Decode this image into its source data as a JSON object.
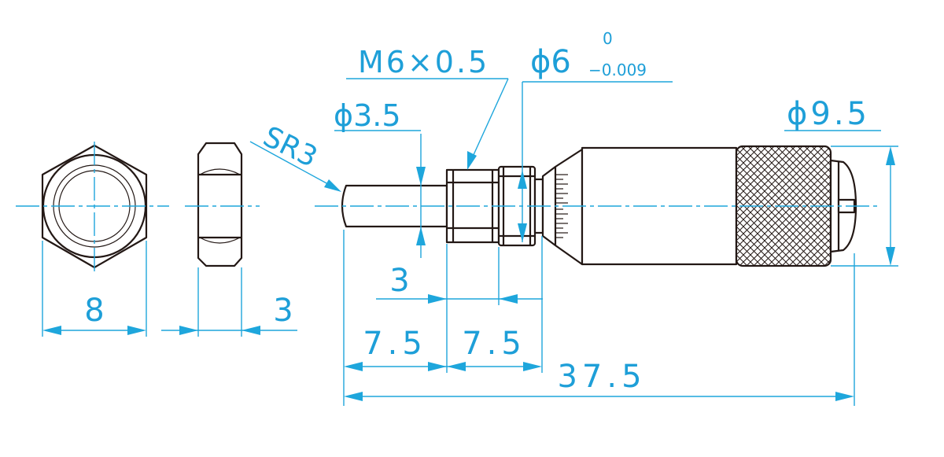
{
  "colors": {
    "outline": "#231815",
    "dimension": "#1ea6dc",
    "background": "#ffffff"
  },
  "labels": {
    "nut_width": "8",
    "nut_thickness": "3",
    "sr": "SR3",
    "spindle_dia": "ϕ3.5",
    "thread": "M6×0.5",
    "sleeve_dia": "ϕ6",
    "tol_upper": "0",
    "tol_lower": "−0.009",
    "thimble_dia": "ϕ9.5",
    "thread_length": "3",
    "spindle_length": "7.5",
    "sleeve_length": "7.5",
    "total_length": "37.5"
  }
}
